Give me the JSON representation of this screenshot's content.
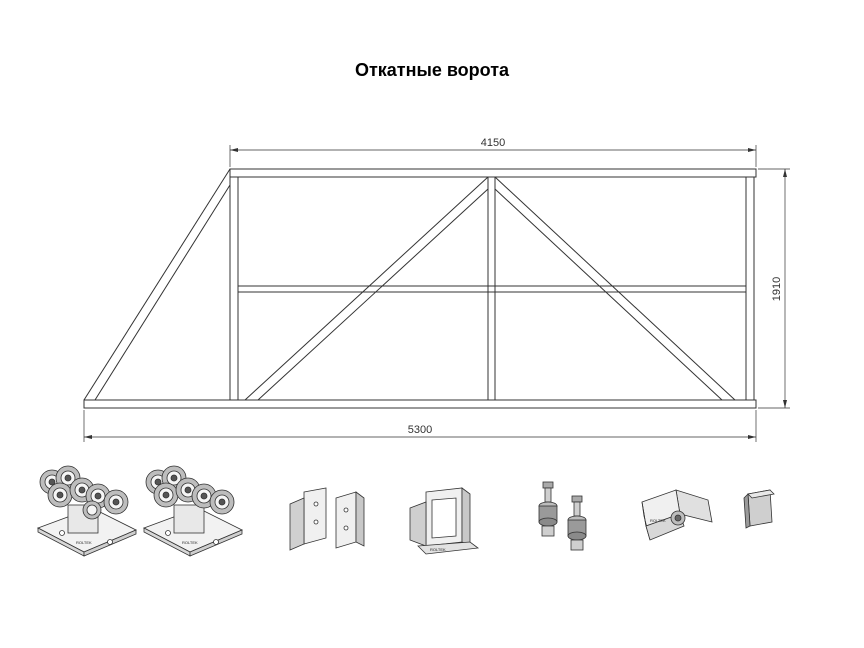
{
  "title": "Откатные ворота",
  "dimensions": {
    "top_width": "4150",
    "bottom_width": "5300",
    "height": "1910"
  },
  "parts": [
    {
      "name": "roller-carriage",
      "icon": "roller-carriage-icon",
      "brand": "ROLTEK"
    },
    {
      "name": "roller-carriage",
      "icon": "roller-carriage-icon",
      "brand": "ROLTEK"
    },
    {
      "name": "catcher-brackets",
      "icon": "catcher-brackets-icon"
    },
    {
      "name": "bottom-catcher",
      "icon": "bottom-catcher-icon",
      "brand": "ROLTEK"
    },
    {
      "name": "guide-rollers",
      "icon": "guide-rollers-icon"
    },
    {
      "name": "end-roller",
      "icon": "end-roller-icon",
      "brand": "ROLTEK"
    },
    {
      "name": "end-cap",
      "icon": "end-cap-icon"
    }
  ],
  "colors": {
    "line": "#333333",
    "fill_light": "#f2f2f2",
    "fill_mid": "#d8d8d8",
    "fill_dark": "#9a9a9a"
  }
}
